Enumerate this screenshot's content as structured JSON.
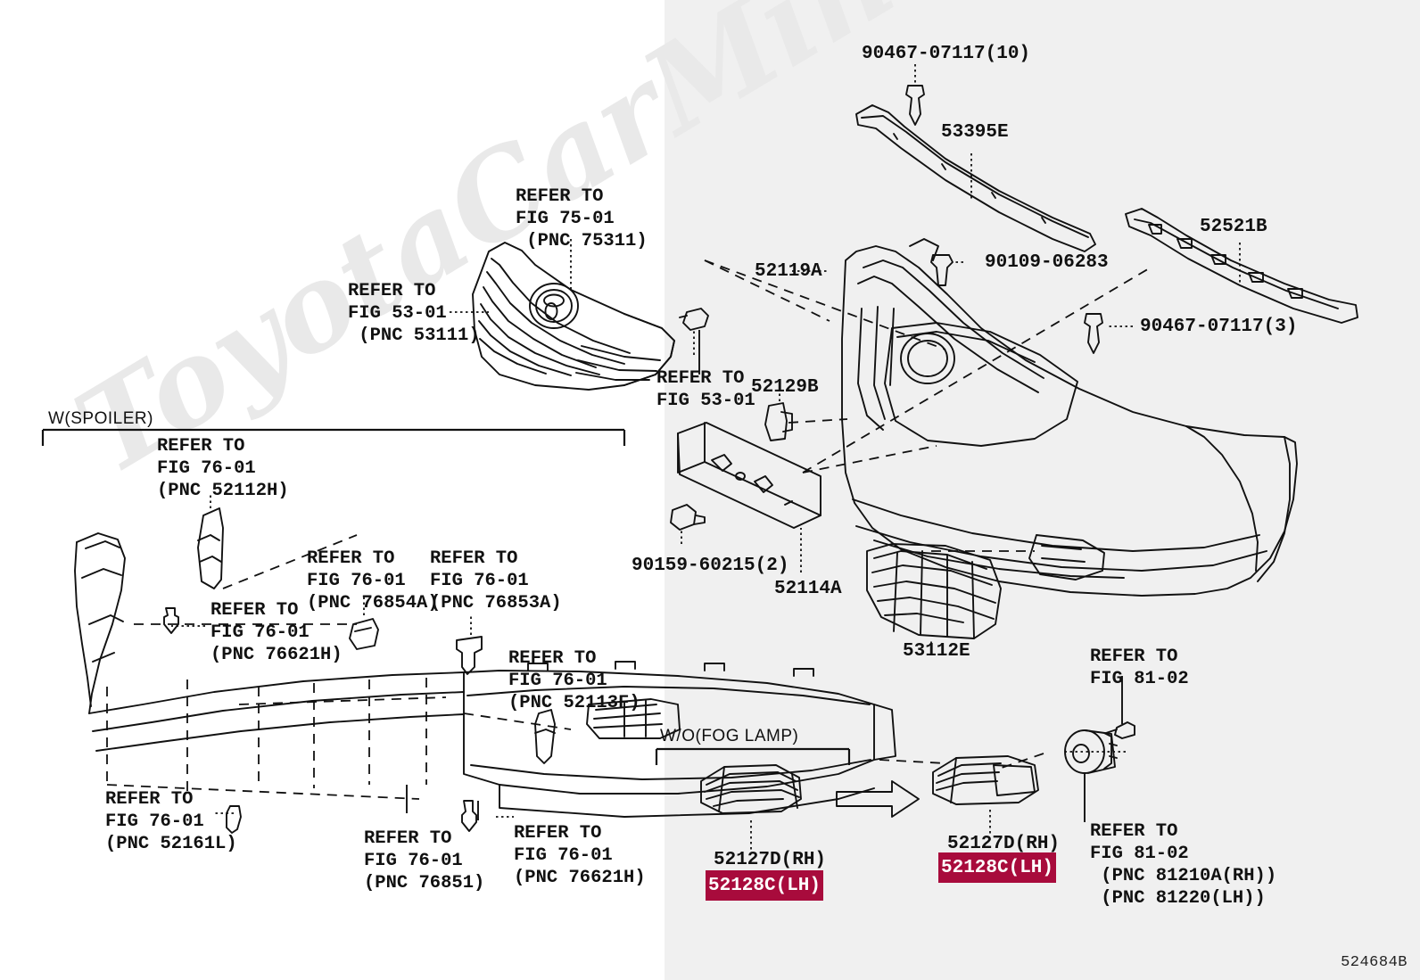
{
  "figure": {
    "id": "524684B",
    "background_left": "#ffffff",
    "background_right": "#f0f0f0",
    "highlight_color": "#a80b3c",
    "watermark": "ToyotaCarMine.ru"
  },
  "groups": {
    "spoiler_bracket_label": "W(SPOILER)",
    "fog_bracket_label": "W/O(FOG LAMP)"
  },
  "labels": {
    "refer_75311": "REFER TO\nFIG 75-01\n (PNC 75311)",
    "refer_53111": "REFER TO\nFIG 53-01\n (PNC 53111)",
    "refer_53_01_clip": "REFER TO\nFIG 53-01",
    "refer_52112h": "REFER TO\nFIG 76-01\n(PNC 52112H)",
    "refer_76621h_upper": "REFER TO\nFIG 76-01\n(PNC 76621H)",
    "refer_76854a": "REFER TO\nFIG 76-01\n(PNC 76854A)",
    "refer_76853a": "REFER TO\nFIG 76-01\n(PNC 76853A)",
    "refer_52113f": "REFER TO\nFIG 76-01\n(PNC 52113F)",
    "refer_52161l": "REFER TO\nFIG 76-01\n(PNC 52161L)",
    "refer_76851": "REFER TO\nFIG 76-01\n(PNC 76851)",
    "refer_76621h_lower": "REFER TO\nFIG 76-01\n(PNC 76621H)",
    "refer_81_02_upper": "REFER TO\nFIG 81-02",
    "refer_81_02_lower": "REFER TO\nFIG 81-02\n (PNC 81210A(RH))\n (PNC 81220(LH))"
  },
  "parts": {
    "clip_90467_10": "90467-07117(10)",
    "seal_53395e": "53395E",
    "reinf_52521b": "52521B",
    "cover_52119a": "52119A",
    "bolt_90109": "90109-06283",
    "clip_90467_3": "90467-07117(3)",
    "retainer_52129b": "52129B",
    "bracket_52114a": "52114A",
    "nut_90159": "90159-60215(2)",
    "grille_53112e": "53112E",
    "cover_left_rh": "52127D(RH)",
    "cover_left_lh": "52128C(LH)",
    "cover_right_rh": "52127D(RH)",
    "cover_right_lh": "52128C(LH)"
  }
}
